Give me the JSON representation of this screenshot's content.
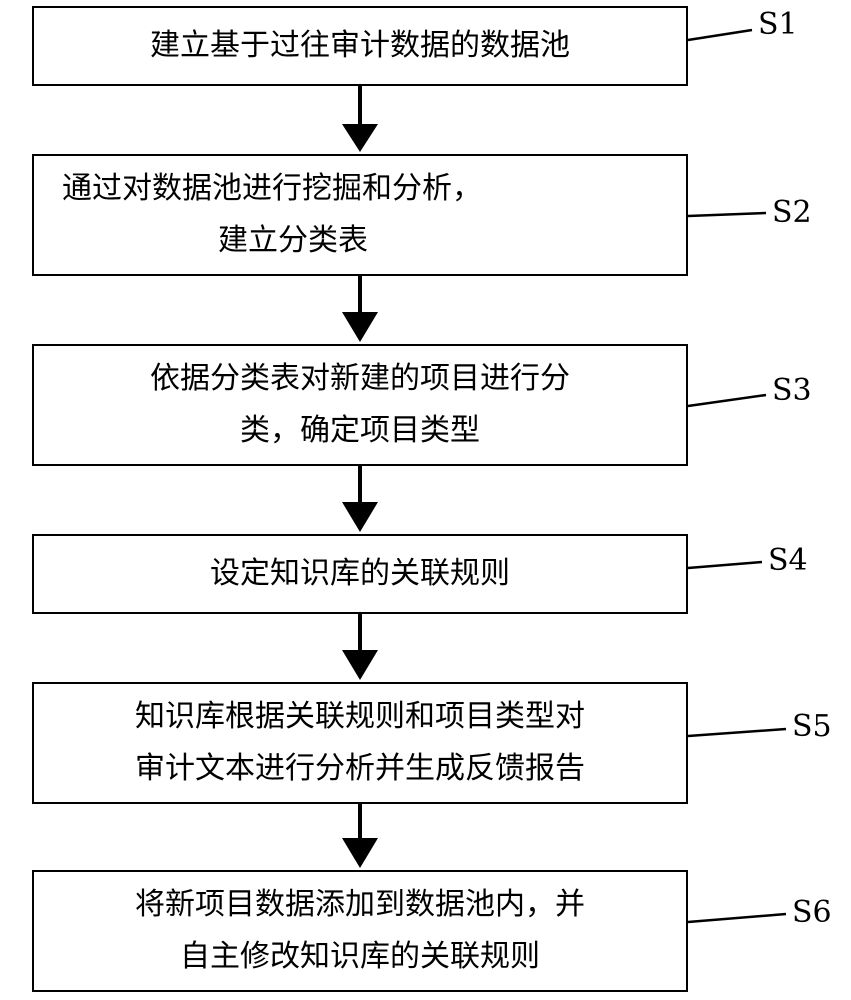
{
  "flowchart": {
    "steps": [
      {
        "id": "S1",
        "lines": [
          "建立基于过往审计数据的数据池"
        ]
      },
      {
        "id": "S2",
        "lines": [
          "通过对数据池进行挖掘和分析，",
          "建立分类表"
        ]
      },
      {
        "id": "S3",
        "lines": [
          "依据分类表对新建的项目进行分",
          "类，确定项目类型"
        ]
      },
      {
        "id": "S4",
        "lines": [
          "设定知识库的关联规则"
        ]
      },
      {
        "id": "S5",
        "lines": [
          "知识库根据关联规则和项目类型对",
          "审计文本进行分析并生成反馈报告"
        ]
      },
      {
        "id": "S6",
        "lines": [
          "将新项目数据添加到数据池内，并",
          "自主修改知识库的关联规则"
        ]
      }
    ]
  }
}
